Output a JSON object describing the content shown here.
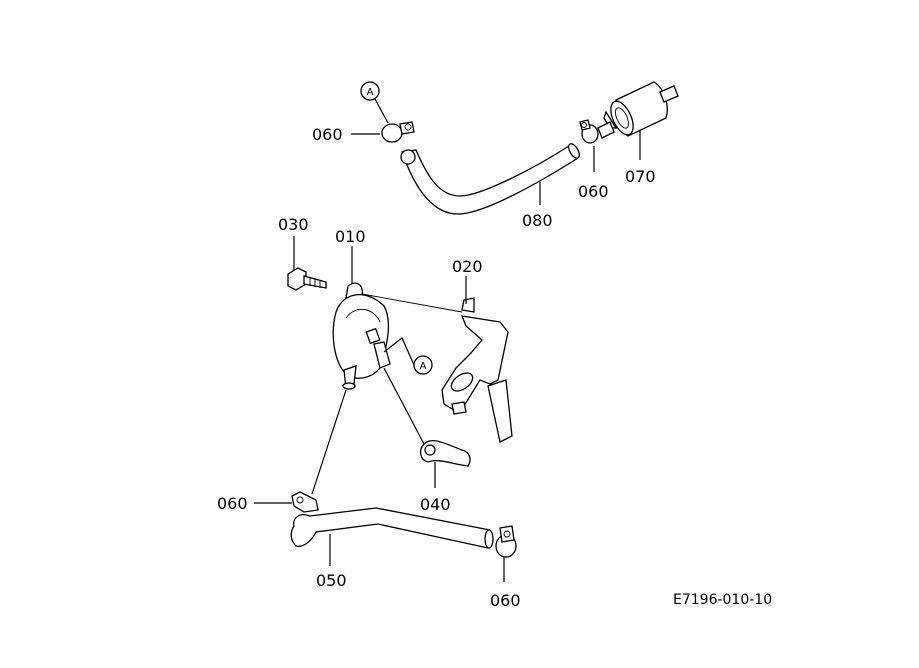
{
  "diagram": {
    "labels": {
      "l010": "010",
      "l020": "020",
      "l030": "030",
      "l040": "040",
      "l050": "050",
      "l060_a": "060",
      "l060_b": "060",
      "l060_c": "060",
      "l060_d": "060",
      "l070": "070",
      "l080": "080"
    },
    "callouts": {
      "a_top": "A",
      "a_mid": "A"
    },
    "reference_code": "E7196-010-10"
  }
}
